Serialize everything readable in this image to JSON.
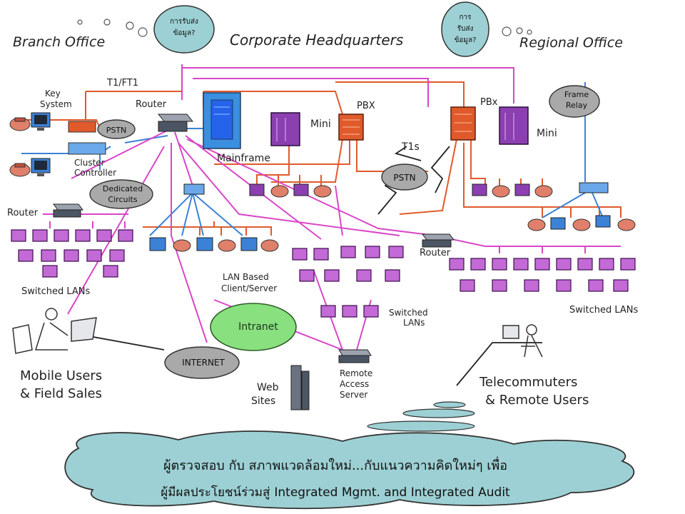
{
  "regions": {
    "branch": "Branch Office",
    "corporate": "Corporate Headquarters",
    "regional": "Regional Office"
  },
  "bubbles": {
    "left": [
      "การรับส่ง",
      "ข้อมูล?"
    ],
    "right": [
      "การ",
      "รับส่ง",
      "ข้อมูล?"
    ]
  },
  "labels": {
    "t1_ft1": "T1/FT1",
    "key_system": [
      "Key",
      "System"
    ],
    "router_hq": "Router",
    "pstn_left": "PSTN",
    "cluster_controller": [
      "Cluster",
      "Controller"
    ],
    "mainframe": "Mainframe",
    "mini_left": "Mini",
    "pbx_left": "PBX",
    "pbx_right": "PBx",
    "mini_right": "Mini",
    "frame_relay": [
      "Frame",
      "Relay"
    ],
    "t1s": "T1s",
    "pstn_center": "PSTN",
    "dedicated_circuits": [
      "Dedicated",
      "Circuits"
    ],
    "router_branch": "Router",
    "router_regional": "Router",
    "switched_lans_left": "Switched LANs",
    "lan_client_server": [
      "LAN Based",
      "Client/Server"
    ],
    "switched_lans_center": [
      "Switched",
      "LANs"
    ],
    "switched_lans_right": "Switched LANs",
    "intranet": "Intranet",
    "internet": "INTERNET",
    "web_sites": [
      "Web",
      "Sites"
    ],
    "remote_access_server": [
      "Remote",
      "Access",
      "Server"
    ],
    "mobile_users": [
      "Mobile Users",
      "& Field Sales"
    ],
    "telecommuters": [
      "Telecommuters",
      "& Remote Users"
    ]
  },
  "caption": {
    "line1": "ผู้ตรวจสอบ กับ สภาพแวดล้อมใหม่...กับแนวความคิดใหม่ๆ เพื่อ",
    "line2_thai": "ผู้มีผลประโยชน์ร่วมสู่",
    "line2_en": "Integrated Mgmt. and Integrated Audit"
  },
  "colors": {
    "pbx_link": "#e05a2b",
    "lan_link": "#3b82d6",
    "wan_link": "#d946c8",
    "purple_link": "#a855f7",
    "mini": "#8b3fb0",
    "pc_purple": "#c36ad7",
    "mainframe": "#3b8fe0",
    "cloud": "#9dd0d4",
    "intranet": "#89e07f",
    "cloud_gray": "#a9a9a9"
  }
}
